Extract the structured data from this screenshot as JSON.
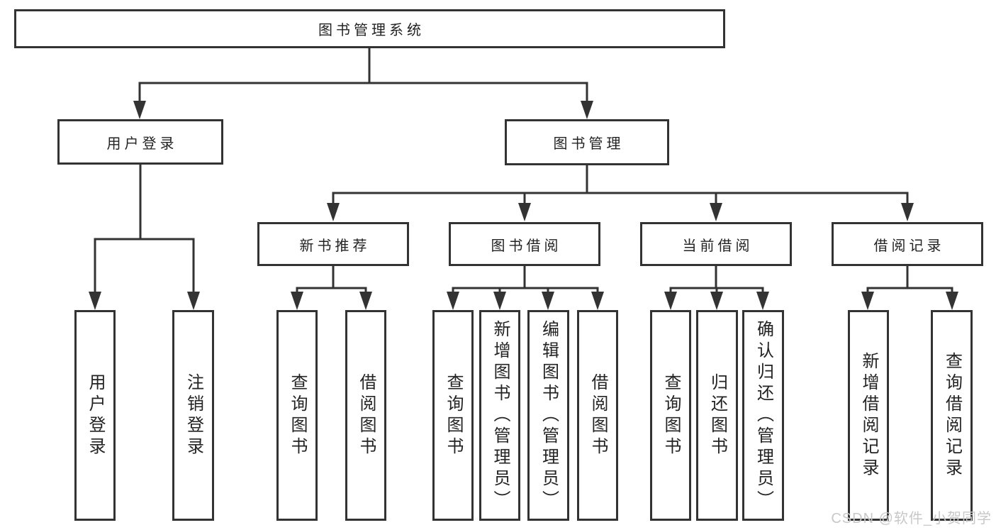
{
  "tree": {
    "label": "图书管理系统",
    "children": [
      {
        "label": "用户登录",
        "children": [
          {
            "label": "用户登录"
          },
          {
            "label": "注销登录"
          }
        ]
      },
      {
        "label": "图书管理",
        "children": [
          {
            "label": "新书推荐",
            "children": [
              {
                "label": "查询图书"
              },
              {
                "label": "借阅图书"
              }
            ]
          },
          {
            "label": "图书借阅",
            "children": [
              {
                "label": "查询图书"
              },
              {
                "label": "新增图书（管理员）"
              },
              {
                "label": "编辑图书（管理员）"
              },
              {
                "label": "借阅图书"
              }
            ]
          },
          {
            "label": "当前借阅",
            "children": [
              {
                "label": "查询图书"
              },
              {
                "label": "归还图书"
              },
              {
                "label": "确认归还（管理员）"
              }
            ]
          },
          {
            "label": "借阅记录",
            "children": [
              {
                "label": "新增借阅记录"
              },
              {
                "label": "查询借阅记录"
              }
            ]
          }
        ]
      }
    ]
  },
  "watermark": "CSDN @软件_小贺同学",
  "colors": {
    "line": "#333333",
    "box_border": "#333333",
    "text": "#232323",
    "watermark": "#c8c8c8",
    "background": "#ffffff"
  }
}
